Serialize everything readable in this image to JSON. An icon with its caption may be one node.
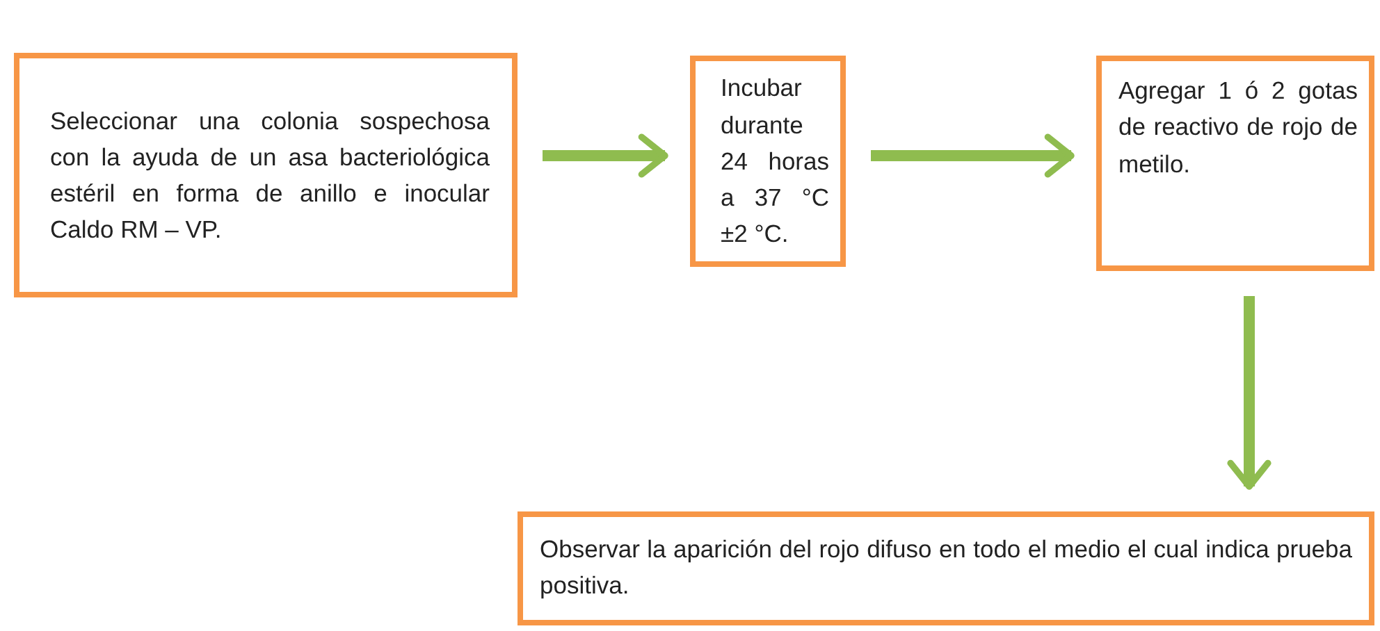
{
  "diagram": {
    "nodes": [
      {
        "text": [
          "Seleccionar una colonia sospechosa con la ayuda de un asa bacteriológica estéril en forma de anillo e inocular Caldo RM – VP."
        ]
      },
      {
        "text": [
          "Incubar durante 24 horas a 37 °C ±2 °C."
        ]
      },
      {
        "text": [
          "Agregar 1 ó 2 gotas de reactivo de rojo de metilo."
        ]
      },
      {
        "text": [
          "Observar la aparición del rojo difuso en todo el medio el cual indica prueba positiva."
        ]
      }
    ],
    "edges": [
      {
        "from": 0,
        "to": 1,
        "arrow": "to"
      },
      {
        "from": 1,
        "to": 2,
        "arrow": "to"
      },
      {
        "from": 2,
        "to": 3,
        "arrow": "to"
      }
    ]
  }
}
